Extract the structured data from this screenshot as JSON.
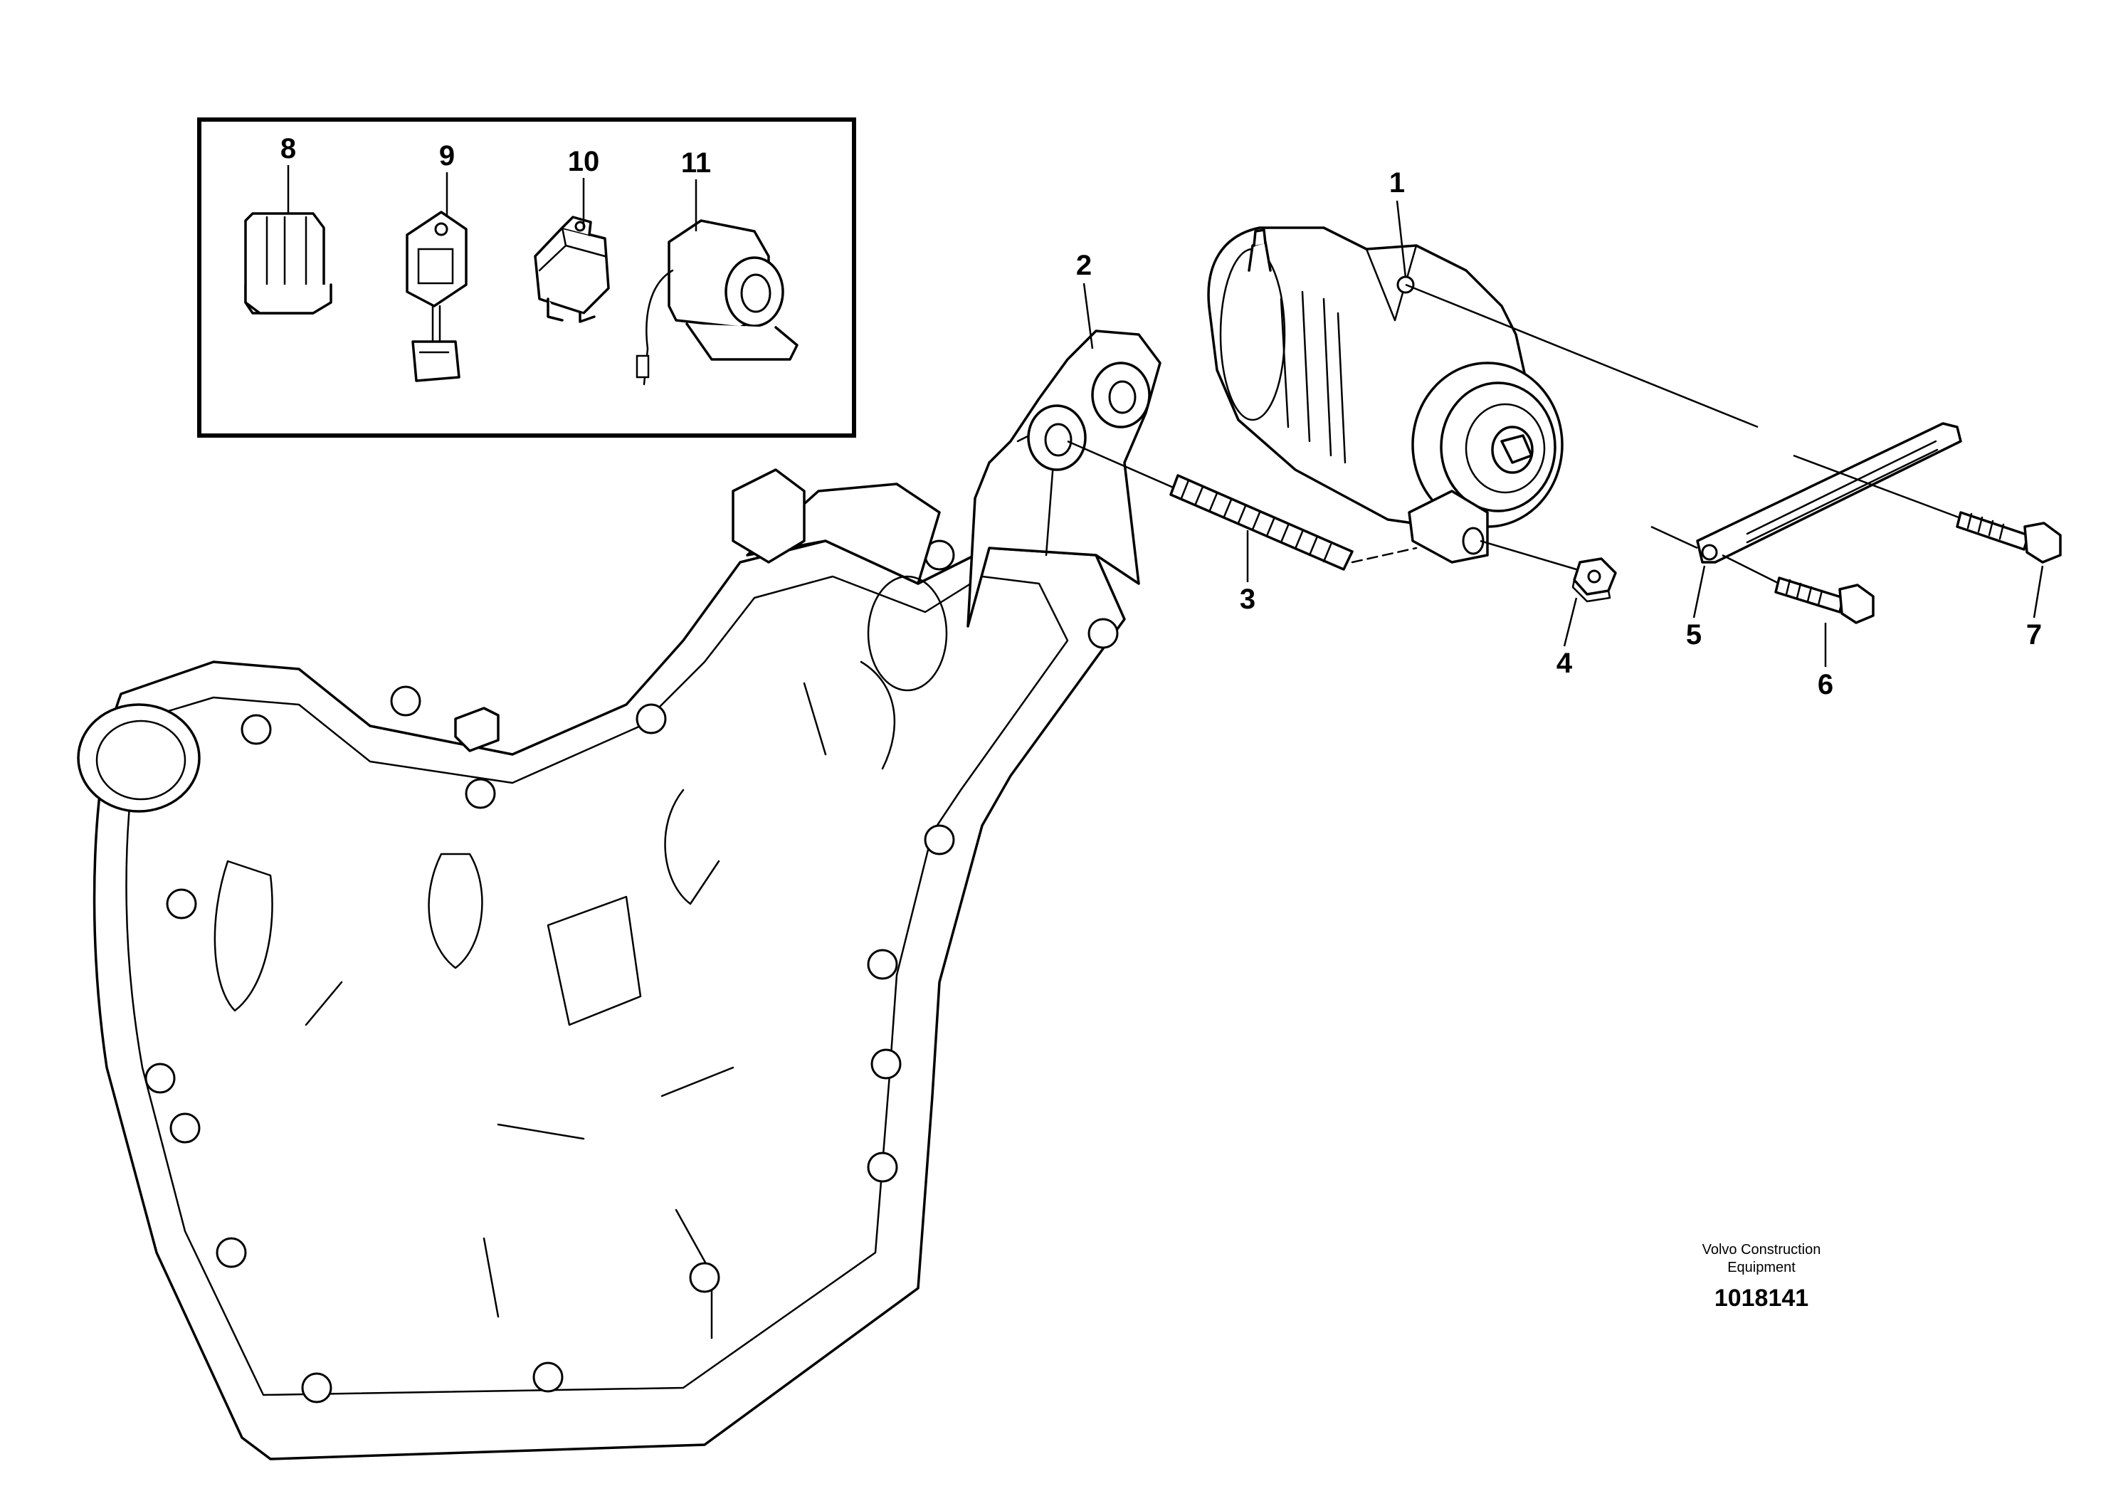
{
  "callouts": {
    "c1": "1",
    "c2": "2",
    "c3": "3",
    "c4": "4",
    "c5": "5",
    "c6": "6",
    "c7": "7",
    "c8": "8",
    "c9": "9",
    "c10": "10",
    "c11": "11"
  },
  "footer": {
    "company_line1": "Volvo Construction",
    "company_line2": "Equipment",
    "document_number": "1018141"
  }
}
